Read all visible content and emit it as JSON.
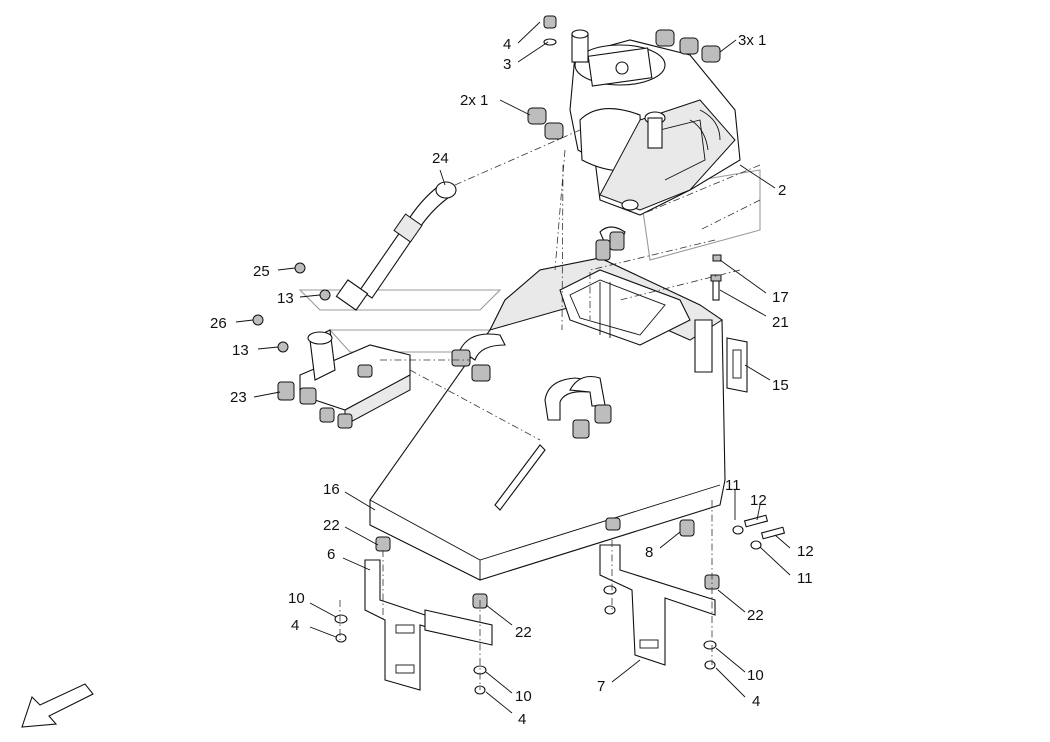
{
  "labels": {
    "l4_top": "4",
    "l3_top": "3",
    "l3x1": "3x 1",
    "l2x1": "2x  1",
    "l24": "24",
    "l2": "2",
    "l25": "25",
    "l13a": "13",
    "l17": "17",
    "l21": "21",
    "l26": "26",
    "l13b": "13",
    "l15": "15",
    "l23": "23",
    "l16": "16",
    "l11a": "11",
    "l12a": "12",
    "l22a": "22",
    "l8": "8",
    "l12b": "12",
    "l6": "6",
    "l11b": "11",
    "l10a": "10",
    "l22b": "22",
    "l22c": "22",
    "l4a": "4",
    "l10b": "10",
    "l7": "7",
    "l10c": "10",
    "l4b": "4",
    "l4c": "4"
  },
  "icons": {
    "direction": "view-direction-arrow-icon"
  }
}
